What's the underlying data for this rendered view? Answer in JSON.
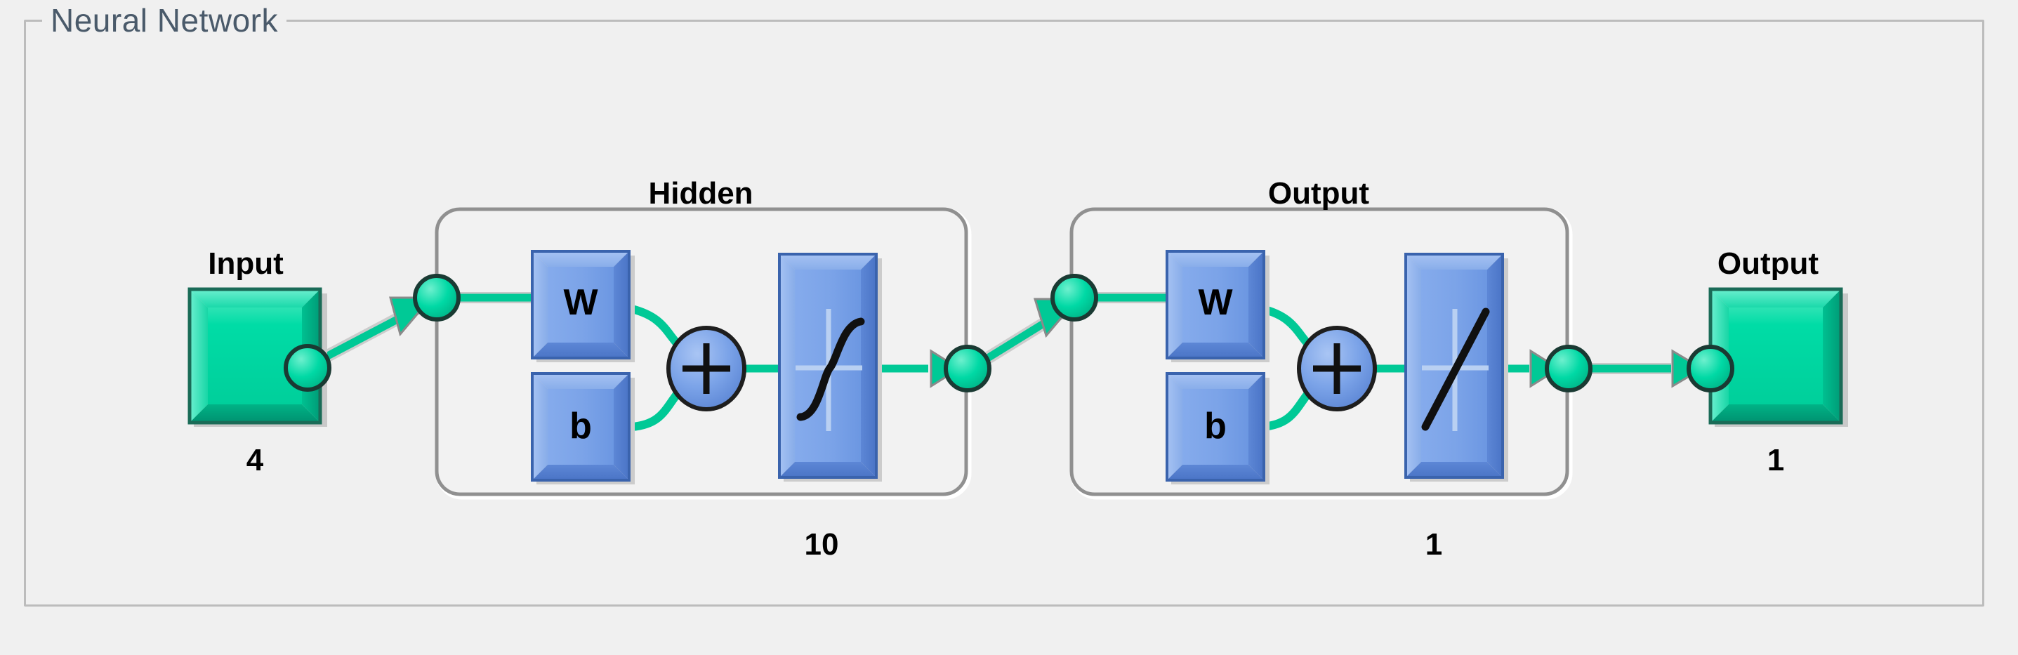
{
  "panel": {
    "title": "Neural Network",
    "title_color": "#4a5a6a",
    "border_color": "#bcbcbc",
    "background": "#f0f0f0"
  },
  "palette": {
    "io_block_fill": "#00d9a5",
    "io_block_fill_light": "#4fe8c2",
    "io_block_fill_dark": "#00a87e",
    "io_block_border": "#1a6b57",
    "weight_block_fill": "#7ba3e8",
    "weight_block_fill_dark": "#4a77c8",
    "weight_block_border": "#3a63ad",
    "sum_node_fill": "#7ba3e8",
    "sum_node_border": "#222222",
    "connection_green": "#00c996",
    "connection_dot_fill": "#00d9a5",
    "connection_dot_border": "#1a3a33",
    "layer_box_border": "#9a9a9a",
    "layer_box_fill": "#f2f2f2",
    "activation_axis": "#b9d0f2",
    "activation_curve": "#101010"
  },
  "diagram": {
    "type": "neural-network-architecture",
    "input": {
      "label": "Input",
      "size": "4",
      "icon": "input-block"
    },
    "layers": [
      {
        "id": "hidden",
        "label": "Hidden",
        "size": "10",
        "weight_label": "W",
        "bias_label": "b",
        "sum_symbol": "+",
        "activation": "tansig",
        "activation_icon": "sigmoid-curve-icon"
      },
      {
        "id": "output",
        "label": "Output",
        "size": "1",
        "weight_label": "W",
        "bias_label": "b",
        "sum_symbol": "+",
        "activation": "purelin",
        "activation_icon": "linear-line-icon"
      }
    ],
    "output": {
      "label": "Output",
      "size": "1",
      "icon": "output-block"
    }
  }
}
